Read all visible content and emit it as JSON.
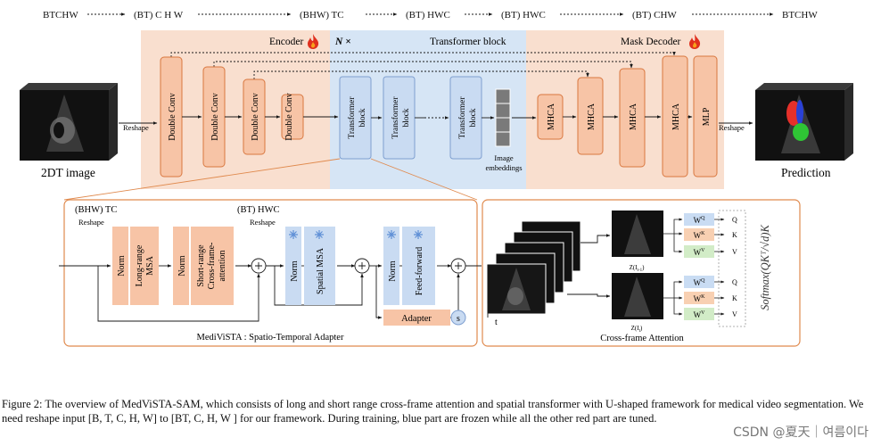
{
  "pipeline": {
    "shapes": [
      "BTCHW",
      "(BT) C H W",
      "(BHW) TC",
      "(BT) HWC",
      "(BT) HWC",
      "(BT) CHW",
      "BTCHW"
    ]
  },
  "sections": {
    "encoder": "Encoder",
    "transformer_n": "N ×",
    "transformer": "Transformer block",
    "decoder": "Mask Decoder"
  },
  "top": {
    "input_label": "2DT image",
    "output_label": "Prediction",
    "reshape_in": "Reshape",
    "reshape_out": "Reshape",
    "double_conv": "Double Conv",
    "transformer_block": [
      "Transformer",
      "block"
    ],
    "image_embeddings": [
      "Image",
      "embeddings"
    ],
    "mhca": "MHCA",
    "mlp": "MLP"
  },
  "adapter_panel": {
    "shape_in": "(BHW) TC",
    "shape_mid": "(BT) HWC",
    "reshape1": "Reshape",
    "reshape2": "Reshape",
    "norm": "Norm",
    "long_range": [
      "Long-range",
      "MSA"
    ],
    "short_range": [
      "Short-range",
      "Cross-frame-",
      "attention"
    ],
    "spatial_msa": "Spatial MSA",
    "feed_forward": "Feed-forward",
    "adapter": "Adapter",
    "s": "s",
    "caption": "MediViSTA : Spatio-Temporal Adapter"
  },
  "cfa_panel": {
    "t": "t",
    "z_prev": "Z(I",
    "z_prev_sub": "t-1",
    "z_cur": "Z(I",
    "z_cur_sub": "t",
    "wq": "W",
    "wq_sup": "Q",
    "wk": "W",
    "wk_sup": "K",
    "wv": "W",
    "wv_sup": "V",
    "q": "Q",
    "k": "K",
    "v": "V",
    "softmax": "Softmax(QKᵀ/√d)K",
    "caption": "Cross-frame Attention"
  },
  "caption": {
    "text": "Figure 2: The overview of MedViSTA-SAM, which consists of long and short range cross-frame attention and spatial transformer with U-shaped framework for medical video segmentation. We need reshape input [B, T, C, H, W] to [BT, C, H, W ] for our framework. During training, blue part are frozen while all the other red part are tuned."
  },
  "watermark": "CSDN @夏天｜여름이다",
  "colors": {
    "encoder_bg": "#f9dfcf",
    "transformer_bg": "#d6e5f5",
    "orange_box": "#f7c4a6",
    "orange_edge": "#d9773f",
    "blue_box": "#c9dbf2",
    "blue_edge": "#7e9fd0",
    "panel_edge": "#e08a4e",
    "w_blue": "#c9dcf3",
    "w_orange": "#f8d0b2",
    "w_green": "#d2ecc7"
  }
}
